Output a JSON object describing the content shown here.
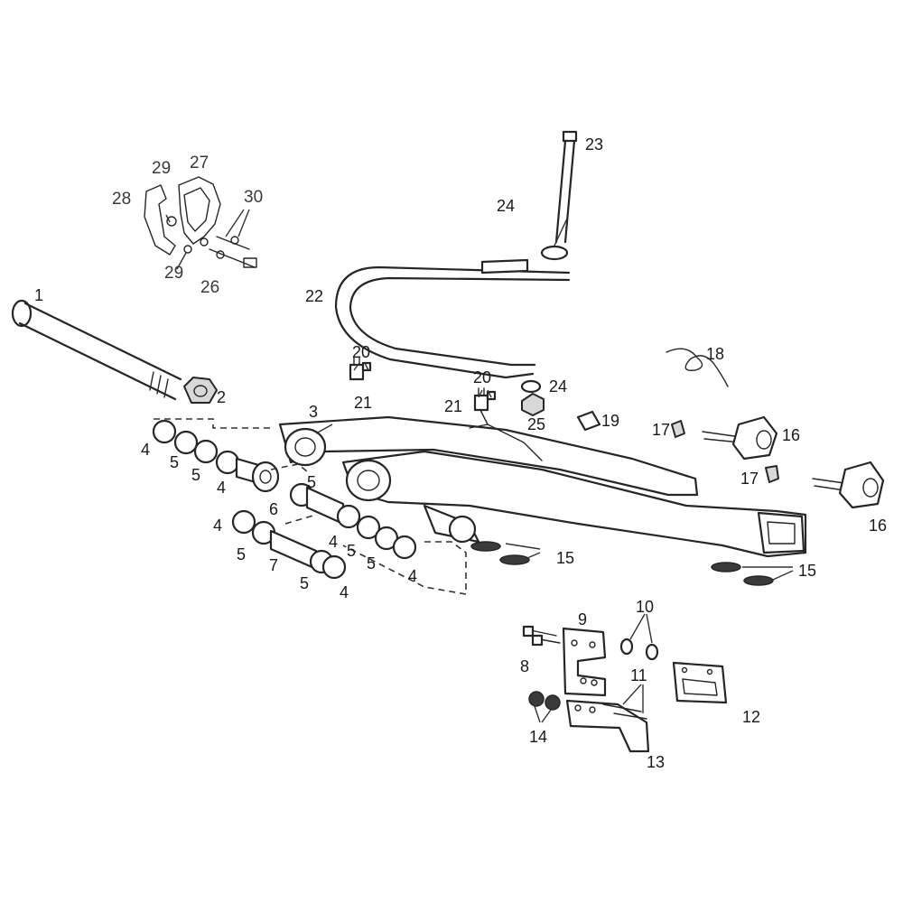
{
  "callouts": [
    "1",
    "2",
    "3",
    "4",
    "4",
    "4",
    "4",
    "4",
    "4",
    "5",
    "5",
    "5",
    "5",
    "5",
    "5",
    "5",
    "6",
    "7",
    "8",
    "9",
    "10",
    "11",
    "12",
    "13",
    "14",
    "15",
    "15",
    "16",
    "16",
    "17",
    "17",
    "18",
    "19",
    "20",
    "20",
    "21",
    "21",
    "22",
    "23",
    "24",
    "24",
    "25",
    "26",
    "27",
    "28",
    "29",
    "29",
    "30"
  ]
}
